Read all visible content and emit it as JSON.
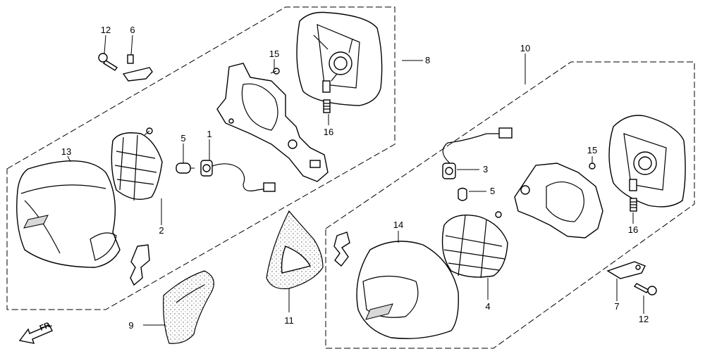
{
  "callouts": {
    "c1": "1",
    "c2": "2",
    "c3": "3",
    "c4": "4",
    "c5a": "5",
    "c5b": "5",
    "c6": "6",
    "c7": "7",
    "c8": "8",
    "c9": "9",
    "c10": "10",
    "c11": "11",
    "c12a": "12",
    "c12b": "12",
    "c13": "13",
    "c14": "14",
    "c15a": "15",
    "c15b": "15",
    "c16a": "16",
    "c16b": "16"
  },
  "direction_marker": "FR."
}
